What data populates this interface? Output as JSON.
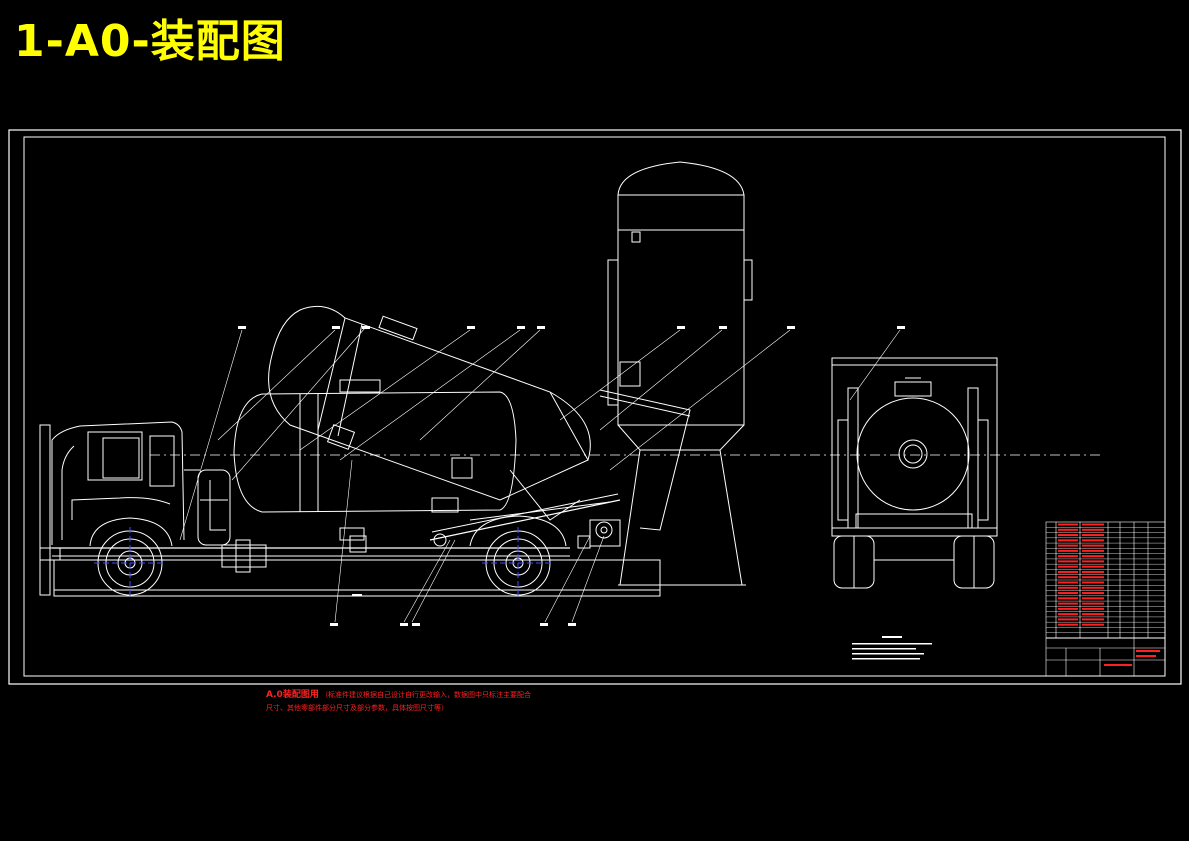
{
  "title": "1-A0-装配图",
  "colors": {
    "background": "#000000",
    "title": "#ffff00",
    "lines": "#ffffff",
    "annotation": "#ff2020",
    "wheel_accent": "#3a4bff"
  },
  "bottom_notes": {
    "heading": "A.0装配图用",
    "line1": "（标准件建议根据自己设计自行更改输入，数据图中只标注主要配合",
    "line2": "尺寸、其他零部件部分尺寸及部分参数，具体按图尺寸等）"
  }
}
